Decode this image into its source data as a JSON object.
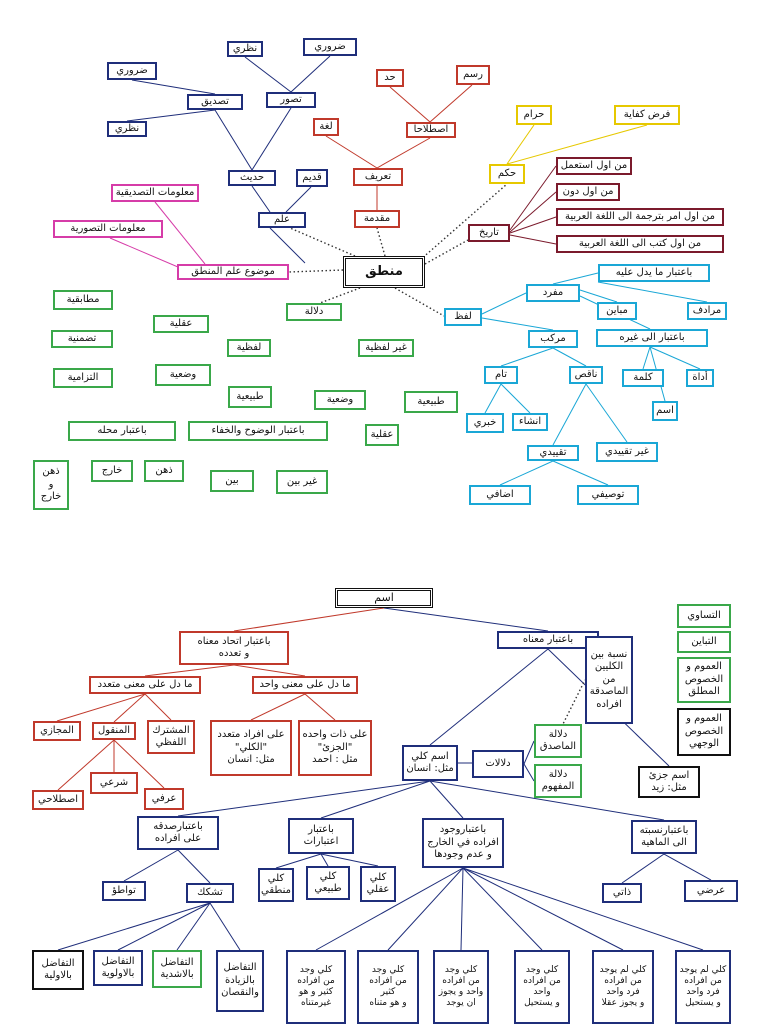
{
  "upper": {
    "root": "منطق",
    "mawdu": "موضوع علم المنطق",
    "ilm": "علم",
    "hadith": "حديث",
    "qadim": "قديم",
    "tasdiq": "تصديق",
    "tasawwur": "تصور",
    "daruri_a": "ضروري",
    "nazari_a": "نظري",
    "daruri_b": "ضروري",
    "nazari_b": "نظري",
    "maalumat_tasdiqiya": "معلومات التصديقية",
    "maalumat_tasawwuriya": "معلومات التصورية",
    "muqaddima": "مقدمة",
    "tarif": "تعريف",
    "lugha": "لغة",
    "istilahan": "اصطلاحا",
    "hadd": "حد",
    "rasm": "رسم",
    "hukm": "حكم",
    "haram": "حرام",
    "fard": "فرض كفاية",
    "tarikh": "تاريخ",
    "tarikh_items": [
      "من اول استعمل",
      "من اول دون",
      "من اول امر بترجمة الى اللغة العربية",
      "من اول كتب الى اللغة العربية"
    ],
    "lafz": "لفظ",
    "mufrad": "مفرد",
    "bi_itibar_ma_yadul": "باعتبار ما يدل عليه",
    "mubayin": "مباين",
    "muradif": "مرادف",
    "bi_itibar_ila_ghayrih": "باعتبار الى غيره",
    "kalima": "كلمة",
    "adat": "أداة",
    "ism": "اسم",
    "murakkab": "مركب",
    "tamm": "تام",
    "naqis": "ناقص",
    "khabari": "خبري",
    "insha": "انشاء",
    "taqyidi": "تقييدي",
    "ghayr_taqyidi": "غير تقييدي",
    "idafi": "اضافي",
    "tawsifi": "توصيفي",
    "dalala": "دلالة",
    "lafziya": "لفظية",
    "ghayr_lafziya": "غير لفظية",
    "aqliya_a": "عقلية",
    "wadiya_a": "وضعية",
    "tabiiya_a": "طبيعية",
    "wadiya_b": "وضعية",
    "tabiiya_b": "طبيعية",
    "aqliya_b": "عقلية",
    "mutabiqa": "مطابقية",
    "tadammuniya": "تضمنية",
    "iltizamiya": "التزامية",
    "bi_itibar_mahallih": "باعتبار محله",
    "bi_itibar_wuduh": "باعتبار الوضوح والخفاء",
    "dhihn_khaarij": "ذهن\nو\nخارج",
    "khaarij": "خارج",
    "dhihn": "ذهن",
    "bayyin": "بين",
    "ghayr_bayyin": "غير بين"
  },
  "lower": {
    "root": "اسم",
    "bi_itibar_ittihad": "باعتبار اتحاد معناه\nو تعدده",
    "bi_itibar_manah": "باعتبار معناه",
    "ma_dal_mutaaddid": "ما دل على معنى متعدد",
    "ma_dal_wahid": "ما دل على معنى واحد",
    "majazi": "المجازي",
    "manqul": "المنقول",
    "mushtarak": "المشترك\nاللفظي",
    "istilahi": "اصطلاحي",
    "shari": "شرعي",
    "urfi": "عرفي",
    "ala_afrad": "على افراد متعدد\n\"الكلي\"\nمثل: انسان",
    "ala_dhat": "على ذات واحده\n\"الجزئ\"\nمثل : احمد",
    "nisba": "نسبة بين\nالكليين\nمن\nالماصدقة\nافراده",
    "musawi": "التساوي",
    "tabayun": "التباين",
    "umum_mutlaq": "العموم و\nالخصوص\nالمطلق",
    "umum_wajhi": "العموم و\nالخصوص\nالوجهي",
    "ism_kulli": "اسم كلي\nمثل: انسان",
    "dalalat": "دلالات",
    "dalalat_masadaq": "دلالة\nالماصدق",
    "dalalat_mafhum": "دلالة\nالمفهوم",
    "ism_juzi": "اسم جزئ\nمثل: زيد",
    "bi_itibar_sidqih": "باعتبارصدقه\nعلى افراده",
    "bi_itibar_itibarat": "باعتبار\nاعتبارات",
    "bi_itibar_wujud": "باعتباروجود\nافراده في الخارج\nو عدم وجودها",
    "bi_itibar_nisbatih": "باعتبارنسبته\nالى الماهية",
    "mutawati": "تواطؤ",
    "mushakkik": "تشكك",
    "kulli_mantiqi": "كلي\nمنطقي",
    "kulli_tabii": "كلي\nطبيعي",
    "kulli_aqli": "كلي\nعقلي",
    "dhati": "ذاتي",
    "aradi": "عرضي",
    "tafadul_awwaliya": "التفاضل\nبالاولية",
    "tafadul_awlawiya": "التفاضل\nبالاولوية",
    "tafadul_ashaddiya": "التفاضل\nبالاشدية",
    "tafadul_ziyada": "التفاضل\nبالزيادة\nوالنقصان",
    "wujud_items": [
      "كلي وجد\nمن افراده\nكثير و هو\nغيرمتناه",
      "كلي وجد\nمن افراده\nكثير\nو هو متناه",
      "كلي وجد\nمن افراده\nواحد و يجوز\nان يوجد",
      "كلي وجد\nمن افراده\nواحد\nو يستحيل",
      "كلي لم يوجد\nمن افراده\nفرد واحد\nو يجوز عقلا",
      "كلي لم يوجد\nمن افراده\nفرد واحد\nو يستحيل"
    ]
  },
  "colors": {
    "navy": "#1f2e7a",
    "red": "#c0392b",
    "yellow": "#e6c800",
    "maroon": "#7b1a2c",
    "pink": "#d63ca8",
    "cyan": "#1aa7d6",
    "green": "#3aa84a",
    "black": "#111111"
  }
}
